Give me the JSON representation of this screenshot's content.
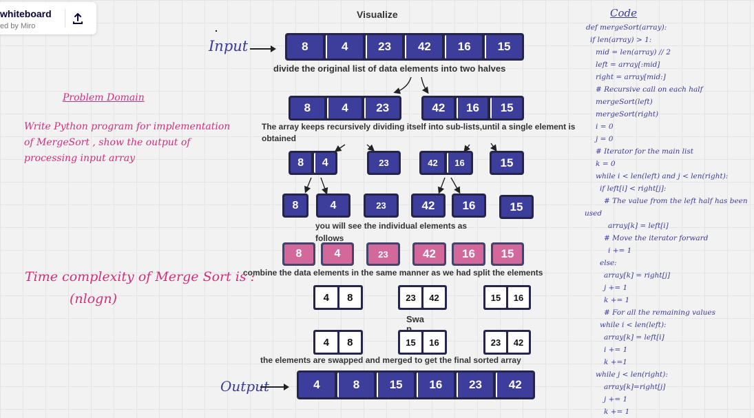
{
  "board": {
    "title": "whiteboard",
    "subtitle": "ed by Miro",
    "share_icon": "upload-icon"
  },
  "heading": "Visualize",
  "labels": {
    "input": "Input",
    "output": "Output"
  },
  "rows": {
    "input": [
      "8",
      "4",
      "23",
      "42",
      "16",
      "15"
    ],
    "half_left": [
      "8",
      "4",
      "23"
    ],
    "half_right": [
      "42",
      "16",
      "15"
    ],
    "third_a": [
      "8",
      "4"
    ],
    "third_b": [
      "23"
    ],
    "third_c": [
      "42",
      "16"
    ],
    "third_d": [
      "15"
    ],
    "singles": [
      "8",
      "4",
      "23",
      "42",
      "16",
      "15"
    ],
    "pink": [
      "8",
      "4",
      "23",
      "42",
      "16",
      "15"
    ],
    "merged_a": [
      "4",
      "8"
    ],
    "merged_b": [
      "23",
      "42"
    ],
    "merged_c": [
      "15",
      "16"
    ],
    "swapped_a": [
      "4",
      "8"
    ],
    "swapped_b": [
      "15",
      "16"
    ],
    "swapped_c": [
      "23",
      "42"
    ],
    "output": [
      "4",
      "8",
      "15",
      "16",
      "23",
      "42"
    ]
  },
  "captions": {
    "divide": "divide the original list of data elements into two halves",
    "recursive": "The array keeps recursively dividing itself into sub-lists,until a single element is obtained",
    "individual": "you will see the individual elements as follows",
    "combine": "combine the data elements in the same manner as we had split the elements",
    "swap": "Swa",
    "swap_p": "p",
    "final": "the elements are swapped and merged to get the final sorted array"
  },
  "problem": {
    "heading": "Problem Domain",
    "text": "Write Python program for implementation of MergeSort , show the output of processing input array"
  },
  "complexity": {
    "line1": "Time complexity of Merge Sort is :",
    "line2": "(nlogn)"
  },
  "code": {
    "title": "Code",
    "lines": [
      "def mergeSort(array):",
      "if len(array) > 1:",
      "mid = len(array) // 2",
      "left = array[:mid]",
      "right = array[mid:]",
      "# Recursive call on each half",
      "mergeSort(left)",
      "mergeSort(right)",
      "i = 0",
      "j = 0",
      "# Iterator for the main list",
      "k = 0",
      "while i < len(left) and j < len(right):",
      "if left[i] < right[j]:",
      "# The value from the left half has been",
      "used",
      "array[k] = left[i]",
      "# Move the iterator forward",
      "i += 1",
      "else:",
      "array[k] = right[j]",
      "j += 1",
      "k += 1",
      "# For all the remaining values",
      "while i < len(left):",
      "array[k] = left[i]",
      "i += 1",
      "k +=1",
      "while j < len(right):",
      "array[k]=right[j]",
      "j += 1",
      "k += 1"
    ]
  },
  "colors": {
    "cell": "#3d3d9c",
    "pink": "#d2699a",
    "hand": "#3a3a9c",
    "pen": "#d0307a",
    "frame": "#25254a"
  }
}
